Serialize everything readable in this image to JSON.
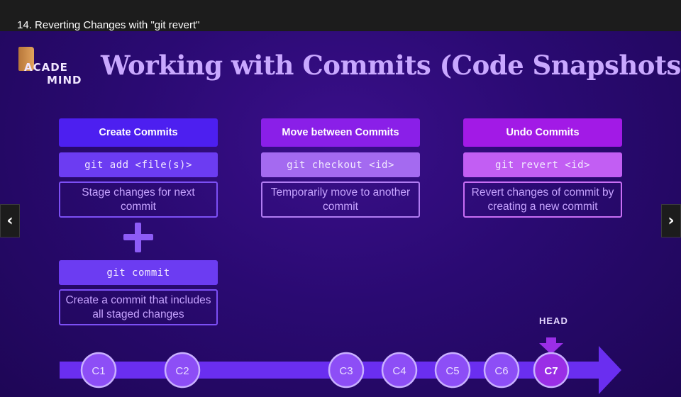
{
  "player": {
    "lecture_title": "14. Reverting Changes with \"git revert\"",
    "prev_icon": "chevron-left-icon",
    "next_icon": "chevron-right-icon"
  },
  "slide": {
    "logo_line1": "ACADE",
    "logo_line2": "MIND",
    "title": "Working with Commits (Code Snapshots)",
    "columns": [
      {
        "heading": "Create Commits",
        "command": "git add <file(s)>",
        "description": "Stage changes for next commit",
        "command2": "git commit",
        "description2": "Create a commit that includes all staged changes",
        "colors": {
          "head": "#4d1ff0",
          "cmd": "#6c3cf2",
          "border": "#7c4ff5"
        }
      },
      {
        "heading": "Move between Commits",
        "command": "git checkout <id>",
        "description": "Temporarily move to another commit",
        "colors": {
          "head": "#8a1fe8",
          "cmd": "#a46af0",
          "border": "#b07cf2"
        }
      },
      {
        "heading": "Undo Commits",
        "command": "git revert <id>",
        "description": "Revert changes of commit by creating a new commit",
        "colors": {
          "head": "#a21ae6",
          "cmd": "#c25ef3",
          "border": "#c96ef5"
        }
      }
    ],
    "timeline": {
      "commits": [
        "C1",
        "C2",
        "C3",
        "C4",
        "C5",
        "C6",
        "C7"
      ],
      "head_label": "HEAD",
      "colors": {
        "bar": "#6a2ef0",
        "node": "#8d4ef6",
        "node_border": "#c9b0ff",
        "head_node": "#9a2ee6"
      }
    }
  }
}
